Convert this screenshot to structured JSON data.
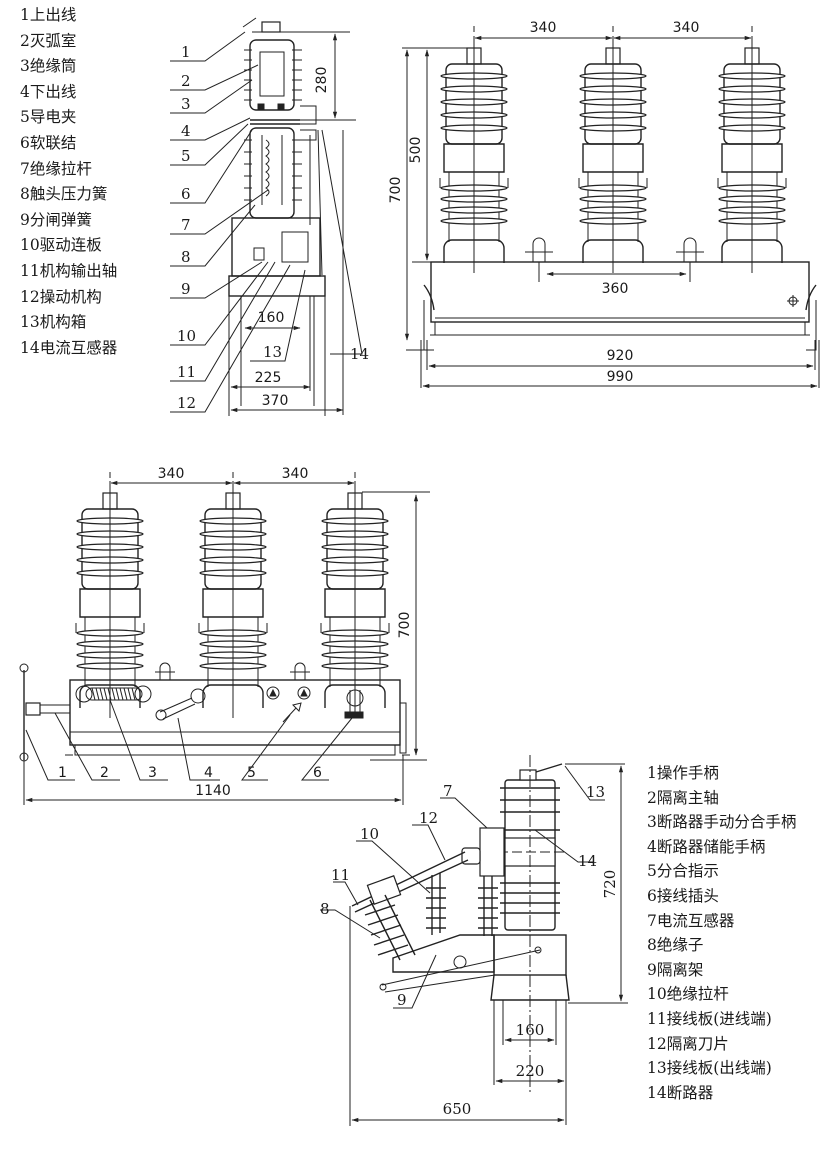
{
  "side_view_section": {
    "legend": [
      "1上出线",
      "2灭弧室",
      "3绝缘筒",
      "4下出线",
      "5导电夹",
      "6软联结",
      "7绝缘拉杆",
      "8触头压力簧",
      "9分闸弹簧",
      "10驱动连板",
      "11机构输出轴",
      "12操动机构",
      "13机构箱",
      "14电流互感器"
    ],
    "callouts": [
      "1",
      "2",
      "3",
      "4",
      "5",
      "6",
      "7",
      "8",
      "9",
      "10",
      "11",
      "12",
      "13",
      "14"
    ],
    "dimensions": {
      "top_height": "280",
      "inner_width": "160",
      "mid_width": "225",
      "overall_width": "370"
    }
  },
  "front_view_top": {
    "dimensions": {
      "pole_spacing_1": "340",
      "pole_spacing_2": "340",
      "pole_height": "500",
      "overall_height": "700",
      "mount_spacing": "360",
      "inner_width": "920",
      "overall_width": "990"
    }
  },
  "front_view_with_mechanism": {
    "dimensions": {
      "pole_spacing_1": "340",
      "pole_spacing_2": "340",
      "overall_height": "700",
      "overall_width": "1140"
    },
    "callouts": [
      "1",
      "2",
      "3",
      "4",
      "5",
      "6"
    ]
  },
  "isolator_side_view": {
    "legend": [
      "1操作手柄",
      "2隔离主轴",
      "3断路器手动分合手柄",
      "4断路器储能手柄",
      "5分合指示",
      "6接线插头",
      "7电流互感器",
      "8绝缘子",
      "9隔离架",
      "10绝缘拉杆",
      "11接线板(进线端)",
      "12隔离刀片",
      "13接线板(出线端)",
      "14断路器"
    ],
    "callouts": [
      "7",
      "12",
      "10",
      "11",
      "8",
      "9",
      "13",
      "14"
    ],
    "dimensions": {
      "overall_height": "720",
      "base_inner": "160",
      "base_outer": "220",
      "overall_width": "650"
    }
  }
}
